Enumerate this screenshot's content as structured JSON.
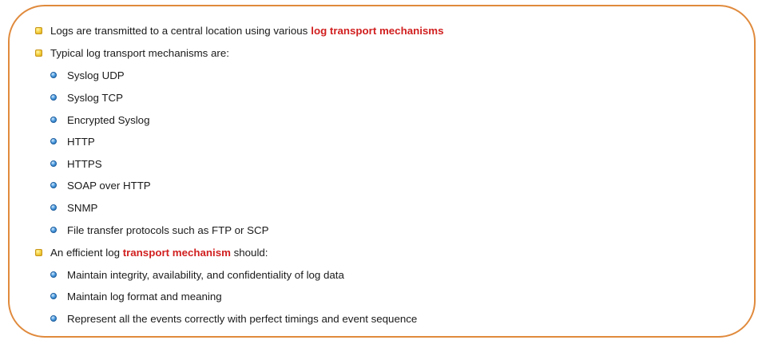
{
  "slide": {
    "item1": {
      "text": "Logs are transmitted to a central location using various ",
      "highlight": "log transport mechanisms"
    },
    "item2": {
      "text": "Typical log transport mechanisms are:"
    },
    "mechanisms": [
      "Syslog UDP",
      "Syslog TCP",
      "Encrypted Syslog",
      "HTTP",
      "HTTPS",
      "SOAP over HTTP",
      "SNMP",
      "File transfer protocols such as FTP or SCP"
    ],
    "item3": {
      "prefix": "An efficient log ",
      "highlight": "transport mechanism",
      "suffix": " should:"
    },
    "requirements": [
      "Maintain integrity, availability, and confidentiality of log data",
      "Maintain log format and meaning",
      "Represent all the events correctly with perfect timings and event sequence"
    ]
  },
  "colors": {
    "frame_border": "#e08a3c",
    "highlight_text": "#d11f1f",
    "square_bullet": "#f7d64a",
    "round_bullet": "#4a9be0"
  },
  "icons": {
    "level1_bullet": "yellow-square-bullet-icon",
    "level2_bullet": "blue-circle-bullet-icon"
  }
}
